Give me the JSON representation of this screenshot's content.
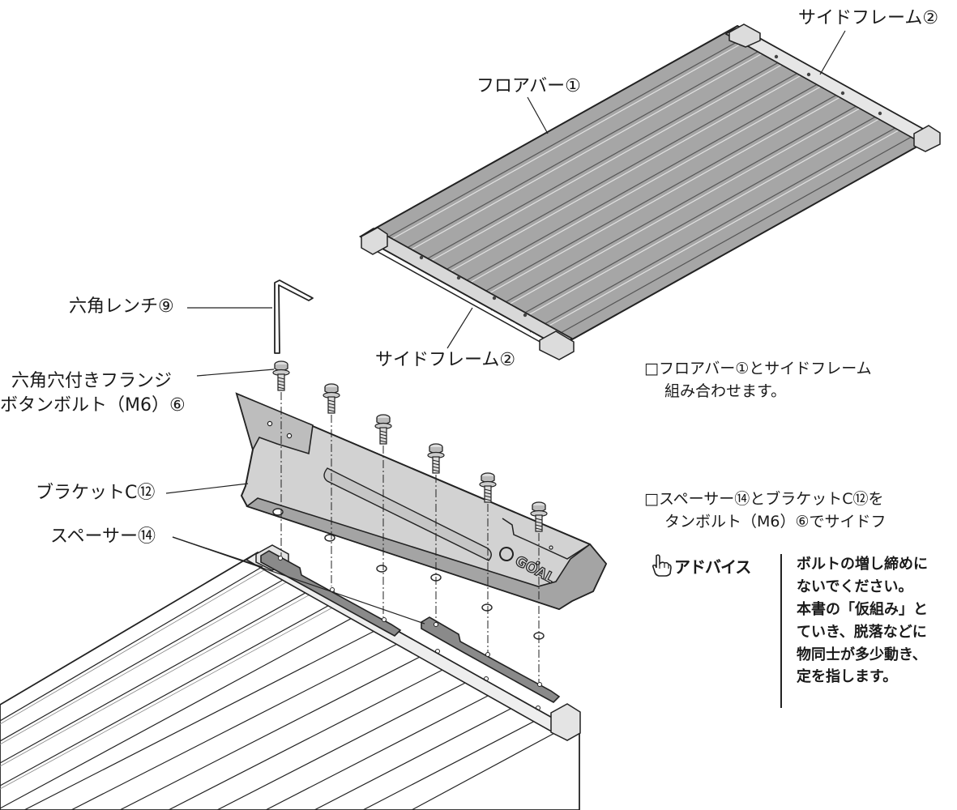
{
  "labels": {
    "side_frame_top": "サイドフレーム②",
    "floor_bar": "フロアバー①",
    "hex_wrench": "六角レンチ⑨",
    "side_frame_mid": "サイドフレーム②",
    "flange_bolt_l1": "六角穴付きフランジ",
    "flange_bolt_l2": "ボタンボルト（M6）⑥",
    "bracket": "ブラケットC⑫",
    "spacer": "スペーサー⑭"
  },
  "steps": {
    "step1_l1": "□フロアバー①とサイドフレーム",
    "step1_l2": "組み合わせます。",
    "step2_l1": "□スペーサー⑭とブラケットC⑫を",
    "step2_l2": "タンボルト（M6）⑥でサイドフ"
  },
  "advice": {
    "icon_text": "アドバイス",
    "lines": [
      "ボルトの増し締めに",
      "ないでください。",
      "本書の「仮組み」と",
      "ていき、脱落などに",
      "物同士が多少動き、",
      "定を指します。"
    ]
  },
  "bracket_logo": "GOAL"
}
